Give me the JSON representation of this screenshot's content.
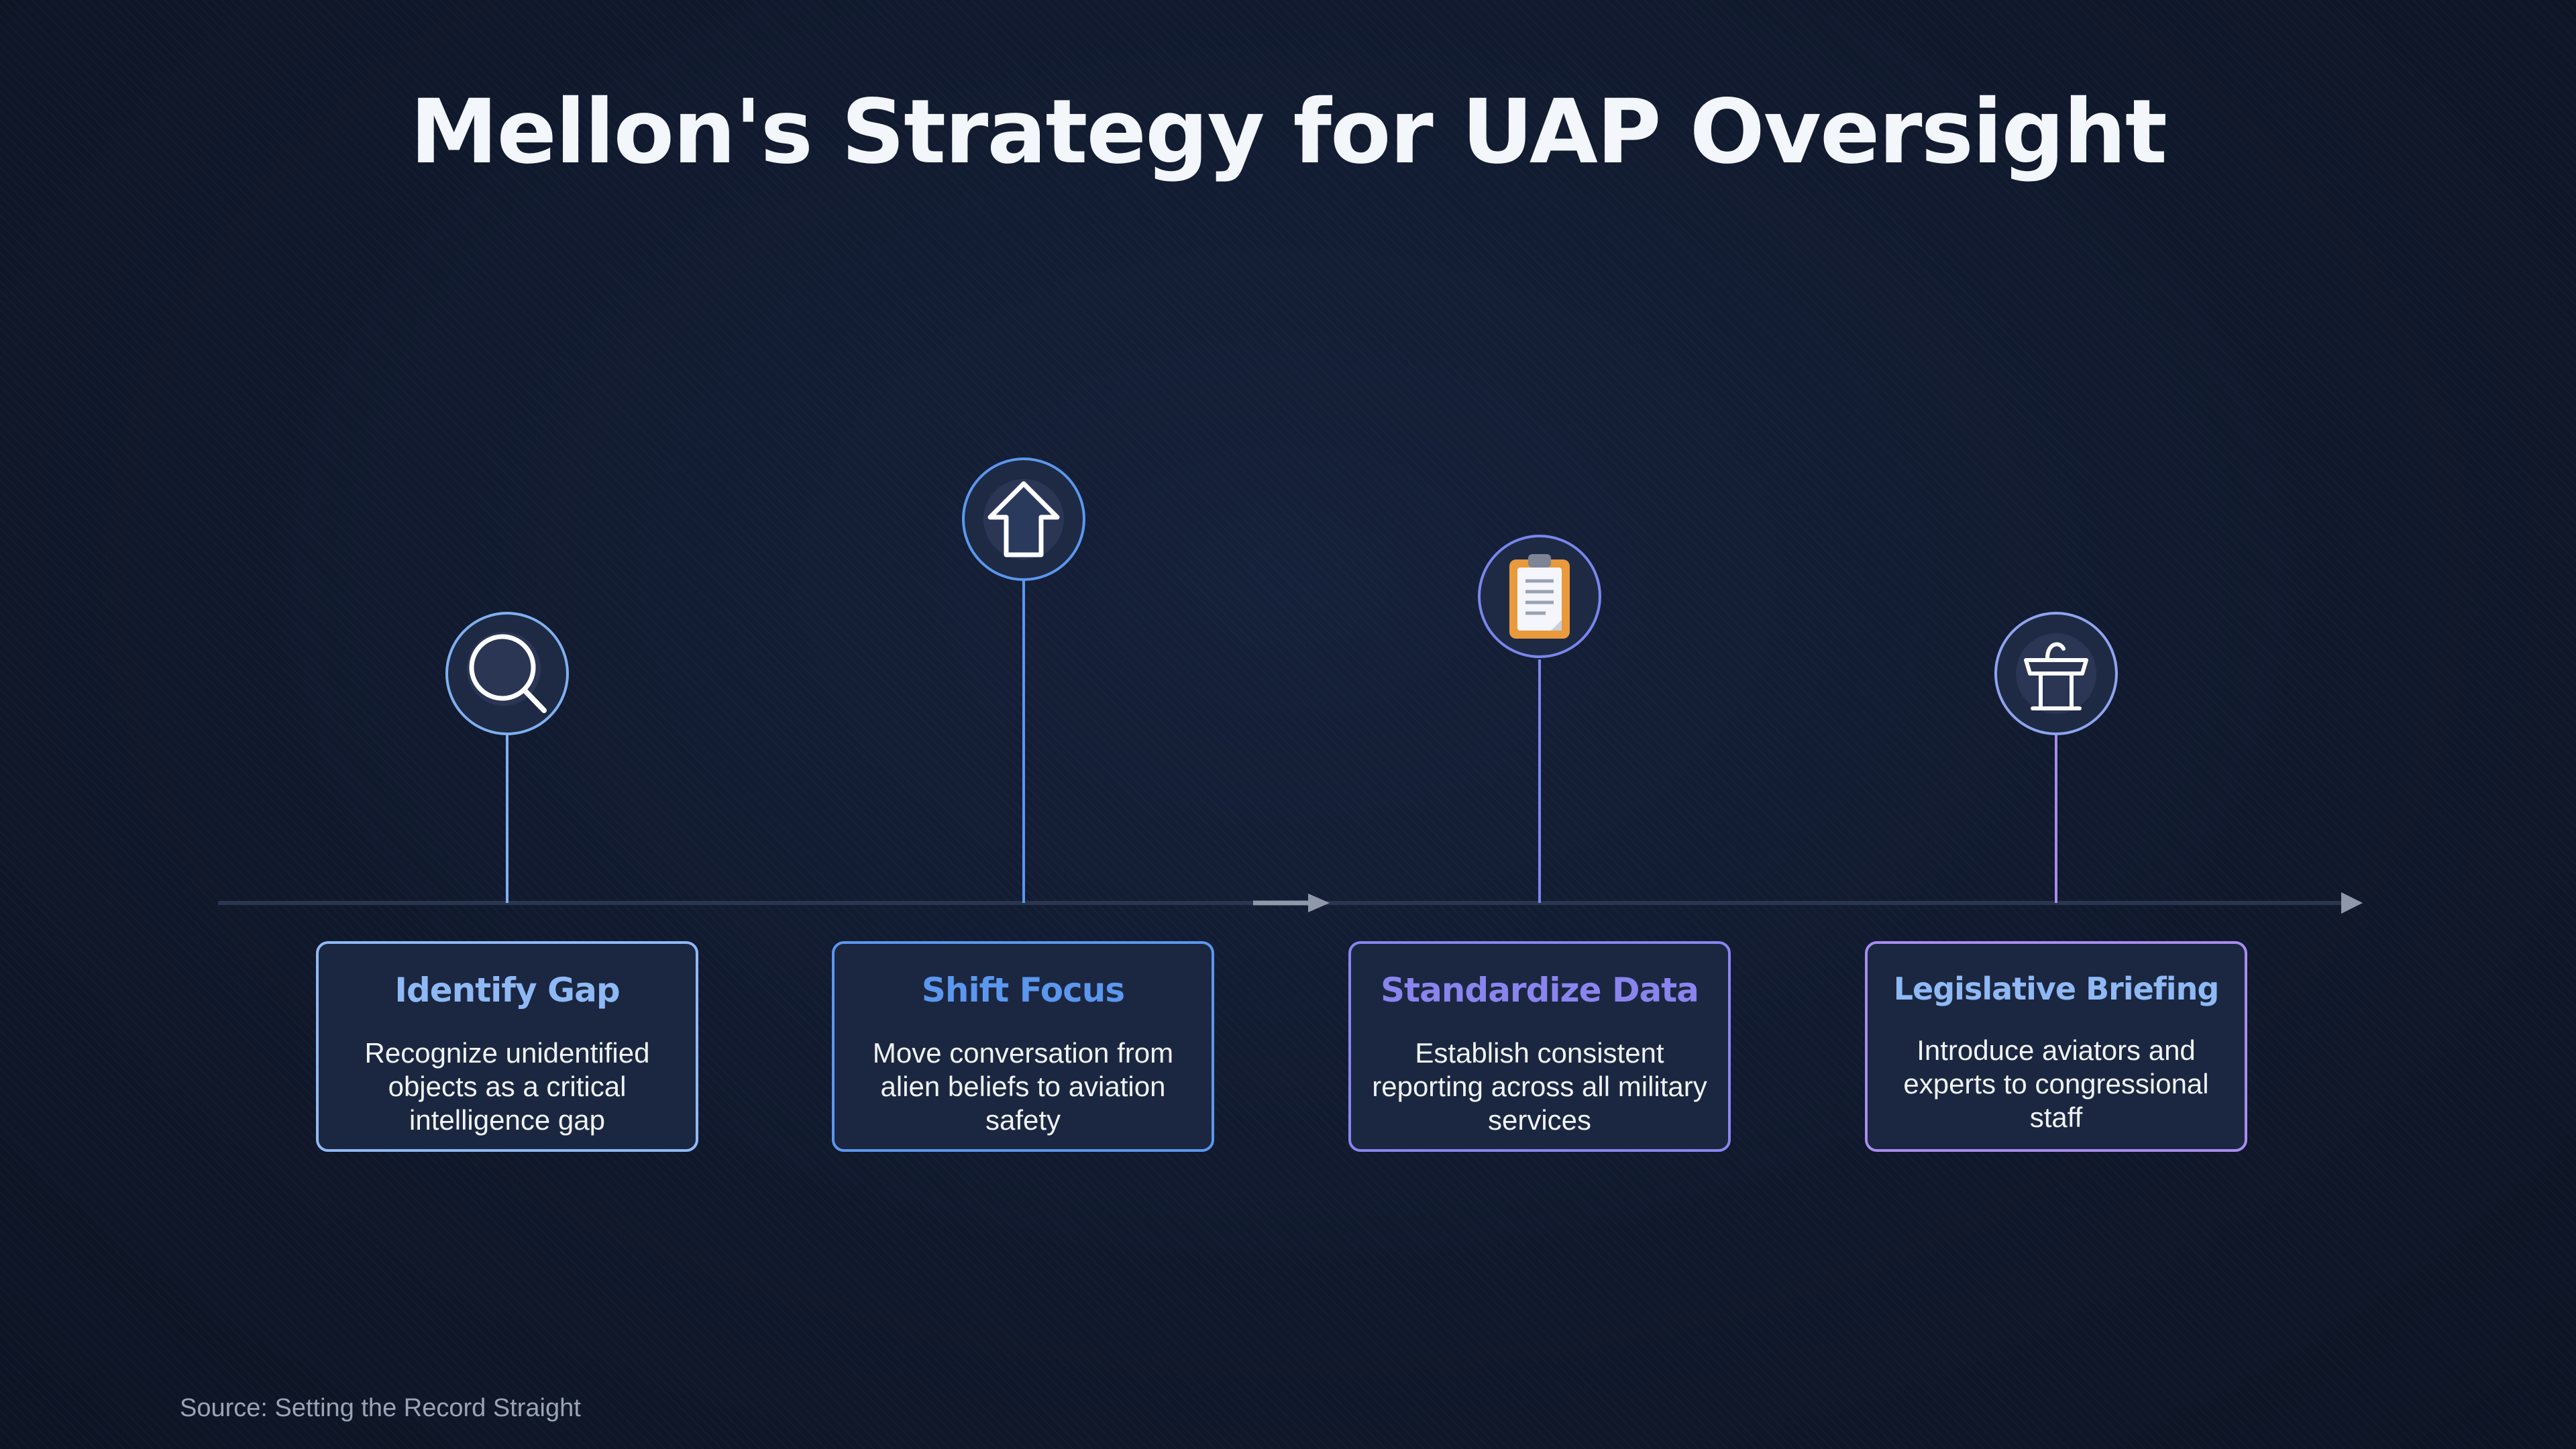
{
  "title": "Mellon's Strategy for UAP Oversight",
  "steps": [
    {
      "title": "Identify Gap",
      "description": "Recognize unidentified objects as a critical intelligence gap",
      "icon": "magnifying-glass-icon",
      "color": "#8fb9f5"
    },
    {
      "title": "Shift Focus",
      "description": "Move conversation from alien beliefs to aviation safety",
      "icon": "up-arrow-icon",
      "color": "#5b97ee"
    },
    {
      "title": "Standardize Data",
      "description": "Establish consistent reporting across all military services",
      "icon": "clipboard-icon",
      "color": "#8a84ee"
    },
    {
      "title": "Legislative Briefing",
      "description": "Introduce aviators and experts to congressional staff",
      "icon": "podium-icon",
      "color": "#a88cf0"
    }
  ],
  "colors": {
    "background": "#111a2e",
    "card_background": "#1b2740",
    "axis": "#2a3650",
    "node_fill": "#1e2a44"
  },
  "source": "Source: Setting the Record Straight"
}
